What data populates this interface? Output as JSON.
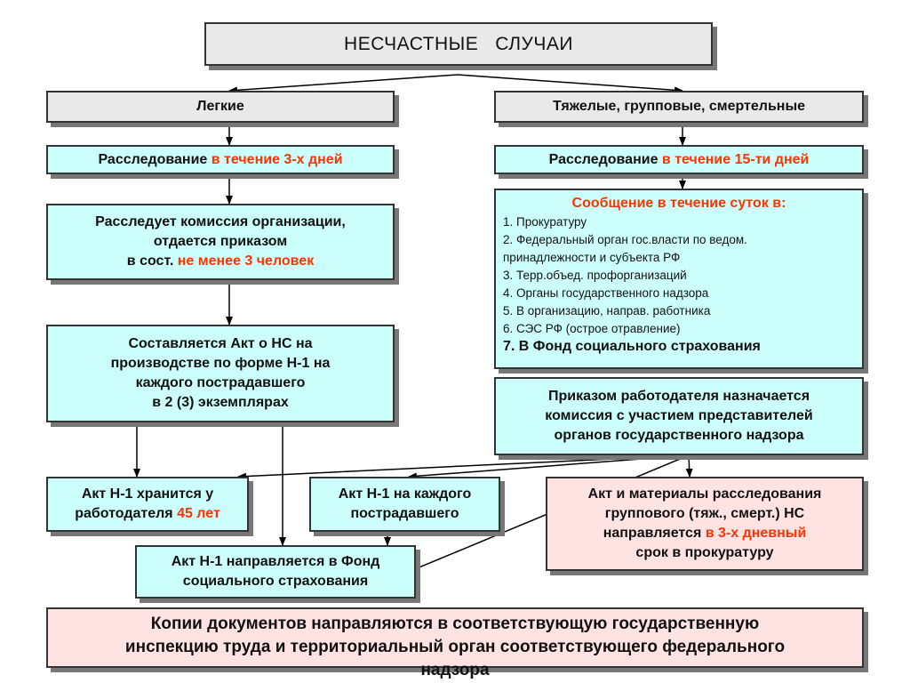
{
  "title": "НЕСЧАСТНЫЕ   СЛУЧАИ",
  "left": {
    "category": "Легкие",
    "investigation": {
      "prefix": "Расследование ",
      "highlight": "в течение 3-х дней"
    },
    "commission": {
      "line1": "Расследует комиссия организации,",
      "line2": "отдается приказом",
      "prefix": "в сост. ",
      "highlight": "не менее 3 человек"
    },
    "act": {
      "line1": "Составляется Акт о НС на",
      "line2": "производстве по форме Н-1 на",
      "line3": "каждого пострадавшего",
      "line4": "в 2 (3) экземплярах"
    }
  },
  "right": {
    "category": "Тяжелые, групповые, смертельные",
    "investigation": {
      "prefix": "Расследование ",
      "highlight": "в течение 15-ти дней"
    },
    "notification": {
      "heading": "Сообщение в течение суток в:",
      "items": [
        "1. Прокуратуру",
        "2. Федеральный орган гос.власти по ведом.",
        "принадлежности и субъекта РФ",
        "3. Терр.объед. профорганизаций",
        "4. Органы государственного надзора",
        "5. В организацию, направ. работника",
        "6. СЭС РФ (острое отравление)"
      ],
      "last": "7. В Фонд социального страхования"
    },
    "order": {
      "line1": "Приказом работодателя назначается",
      "line2": "комиссия с участием представителей",
      "line3": "органов государственного надзора"
    }
  },
  "bottom": {
    "stored": {
      "line1": "Акт Н-1 хранится у",
      "prefix": "работодателя ",
      "highlight": "45 лет"
    },
    "each": {
      "line1": "Акт Н-1 на каждого",
      "line2": "пострадавшего"
    },
    "fund": {
      "line1": "Акт Н-1 направляется в Фонд",
      "line2": "социального страхования"
    },
    "materials": {
      "line1": "Акт и материалы расследования",
      "line2": "группового (тяж., смерт.) НС",
      "prefix": "направляется ",
      "highlight": "в 3-х дневный",
      "line4": "срок в прокуратуру"
    },
    "copies": {
      "line1": "Копии документов направляются в соответствующую государственную",
      "line2": "инспекцию труда и территориальный орган соответствующего федерального",
      "line3": "надзора"
    }
  },
  "colors": {
    "highlight": "#ff3300",
    "cyan": "#ccfffb",
    "pink": "#ffe3e3",
    "gray": "#e9e9e9"
  }
}
